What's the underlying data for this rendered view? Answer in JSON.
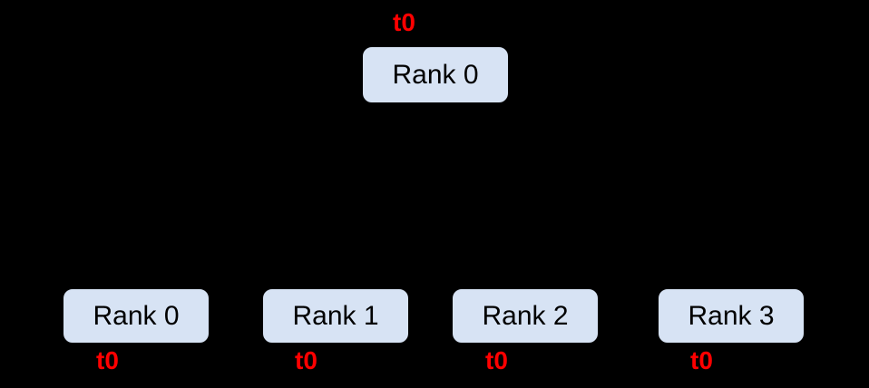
{
  "diagram": {
    "colors": {
      "background": "#000000",
      "node_fill": "#d7e3f4",
      "node_border": "#000000",
      "node_text": "#000000",
      "timestamp_text": "#ff0000"
    },
    "root": {
      "label": "Rank 0",
      "timestamp": "t0"
    },
    "children": [
      {
        "label": "Rank 0",
        "timestamp": "t0"
      },
      {
        "label": "Rank 1",
        "timestamp": "t0"
      },
      {
        "label": "Rank 2",
        "timestamp": "t0"
      },
      {
        "label": "Rank 3",
        "timestamp": "t0"
      }
    ]
  }
}
